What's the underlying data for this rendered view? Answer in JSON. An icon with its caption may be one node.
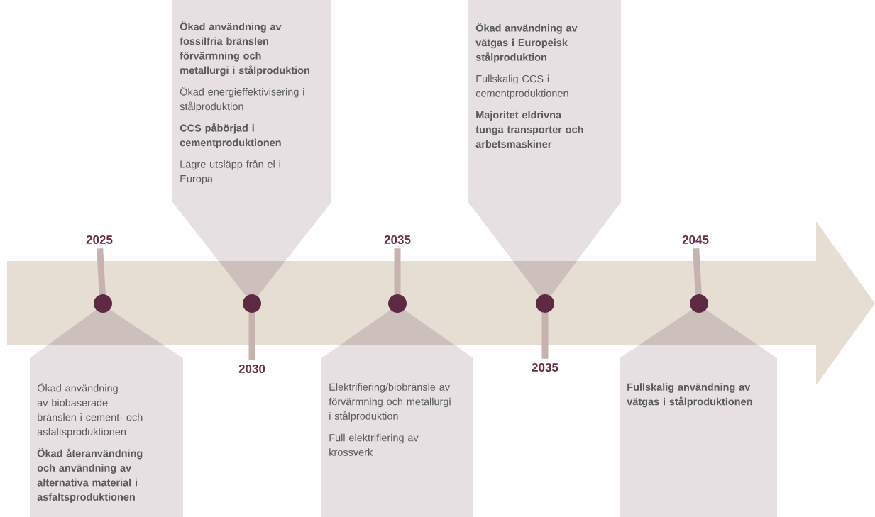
{
  "diagram": {
    "nodes": [
      {
        "text": [
          "Ökad användning av biobaserade bränslen i cement- och asfaltsproduktionen",
          "**Ökad återanvändning och användning av alternativa material i asfaltsproduktionen**"
        ]
      },
      {
        "text": [
          "**Ökad användning av fossilfria bränslen förvärmning och metallurgi i stålproduktion**",
          "Ökad energieffektivisering i stålproduktion",
          "**CCS påbörjad i cementproduktionen**",
          "Lägre utsläpp från el i Europa"
        ]
      },
      {
        "text": [
          "Elektrifiering/biobränsle av förvärmning och metallurgi i stålproduktion",
          "Full elektrifiering av krossverk"
        ]
      },
      {
        "text": [
          "**Ökad användning av vätgas i Europeisk stålproduktion**",
          "Fullskalig CCS i cementproduktionen",
          "**Majoritet eldrivna tunga transporter och arbetsmaskiner**"
        ]
      },
      {
        "text": [
          "**Fullskalig användning av vätgas i stålproduktionen**"
        ]
      },
      {
        "text": [],
        "shape": "circle"
      },
      {
        "text": [],
        "shape": "circle"
      },
      {
        "text": [],
        "shape": "circle"
      },
      {
        "text": [],
        "shape": "circle"
      },
      {
        "text": [],
        "shape": "circle"
      },
      {
        "text": [
          "2025"
        ]
      },
      {
        "text": [
          "2030"
        ]
      },
      {
        "text": [
          "2035"
        ]
      },
      {
        "text": [
          "2035"
        ]
      },
      {
        "text": [
          "2045"
        ]
      }
    ],
    "edges": [
      {
        "from": 10,
        "to": 5,
        "arrow": "none"
      },
      {
        "from": 11,
        "to": 6,
        "arrow": "none"
      },
      {
        "from": 12,
        "to": 7,
        "arrow": "none"
      },
      {
        "from": 13,
        "to": 8,
        "arrow": "none"
      },
      {
        "from": 14,
        "to": 9,
        "arrow": "none"
      }
    ]
  }
}
